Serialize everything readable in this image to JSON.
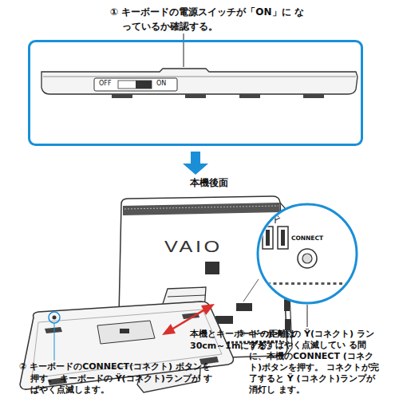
{
  "diagram": {
    "nodes": [
      {
        "text": [
          "OFF",
          "ON"
        ]
      },
      {
        "text": [
          "CONNECT"
        ]
      }
    ],
    "labels": [
      "① キーボードの電源スイッチが「ON」に なっているか確認する。",
      "本機後面",
      "VAIO",
      "本機とキーボードの距離は 30cm～1mにする。",
      "③ キーボードの Ÿ(コネクト) ランプがすばやく点滅してい る間に、本機のCONNECT (コネクト)ボタンを押す。 コネクトが完了すると Ÿ (コネクト)ランプが消灯し ます。",
      "② キーボードのCONNECT(コネクト) ボタンを押す。 キーボードの Ÿ(コネクト)ランプが すばやく点滅します。"
    ]
  }
}
